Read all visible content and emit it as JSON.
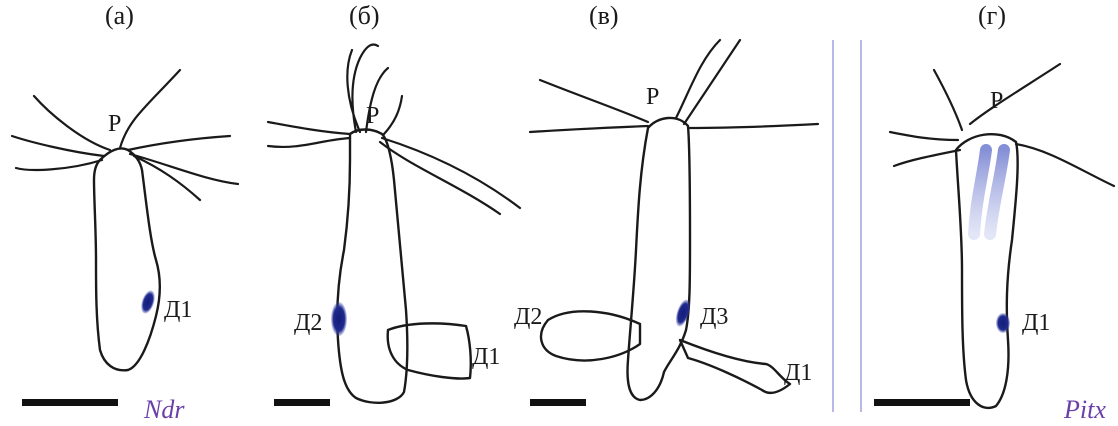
{
  "panels": [
    {
      "label": "(а)",
      "marks": [
        "Р",
        "Д1"
      ],
      "gene": "Ndr"
    },
    {
      "label": "(б)",
      "marks": [
        "Р",
        "Д2",
        "Д1"
      ],
      "gene": ""
    },
    {
      "label": "(в)",
      "marks": [
        "Р",
        "Д2",
        "Д3",
        "Д1"
      ],
      "gene": ""
    },
    {
      "label": "(г)",
      "marks": [
        "Р",
        "Д1"
      ],
      "gene": "Pitx"
    }
  ],
  "colors": {
    "outline": "#1a1a1a",
    "stain": "#1f2a8c",
    "stain_light": "#8d97d6",
    "gene_text": "#6a3fa8",
    "divider": "#b9b9e6",
    "scale_bar": "#111111"
  }
}
